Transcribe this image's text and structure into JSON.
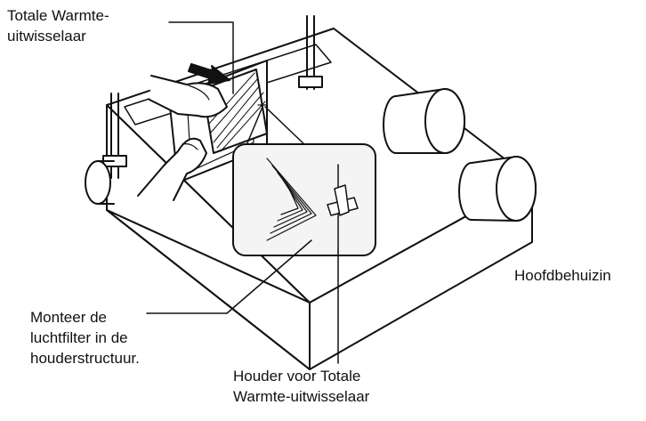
{
  "labels": {
    "heat_exchanger": [
      "Totale Warmte-",
      "uitwisselaar"
    ],
    "main_housing": "Hoofdbehuizin",
    "air_filter": [
      "Monteer de",
      "luchtfilter in de",
      "houderstructuur."
    ],
    "holder": [
      "Houder voor Totale",
      "Warmte-uitwisselaar"
    ]
  },
  "colors": {
    "line": "#111111",
    "background": "#ffffff",
    "inset_fill": "#f4f4f4"
  }
}
